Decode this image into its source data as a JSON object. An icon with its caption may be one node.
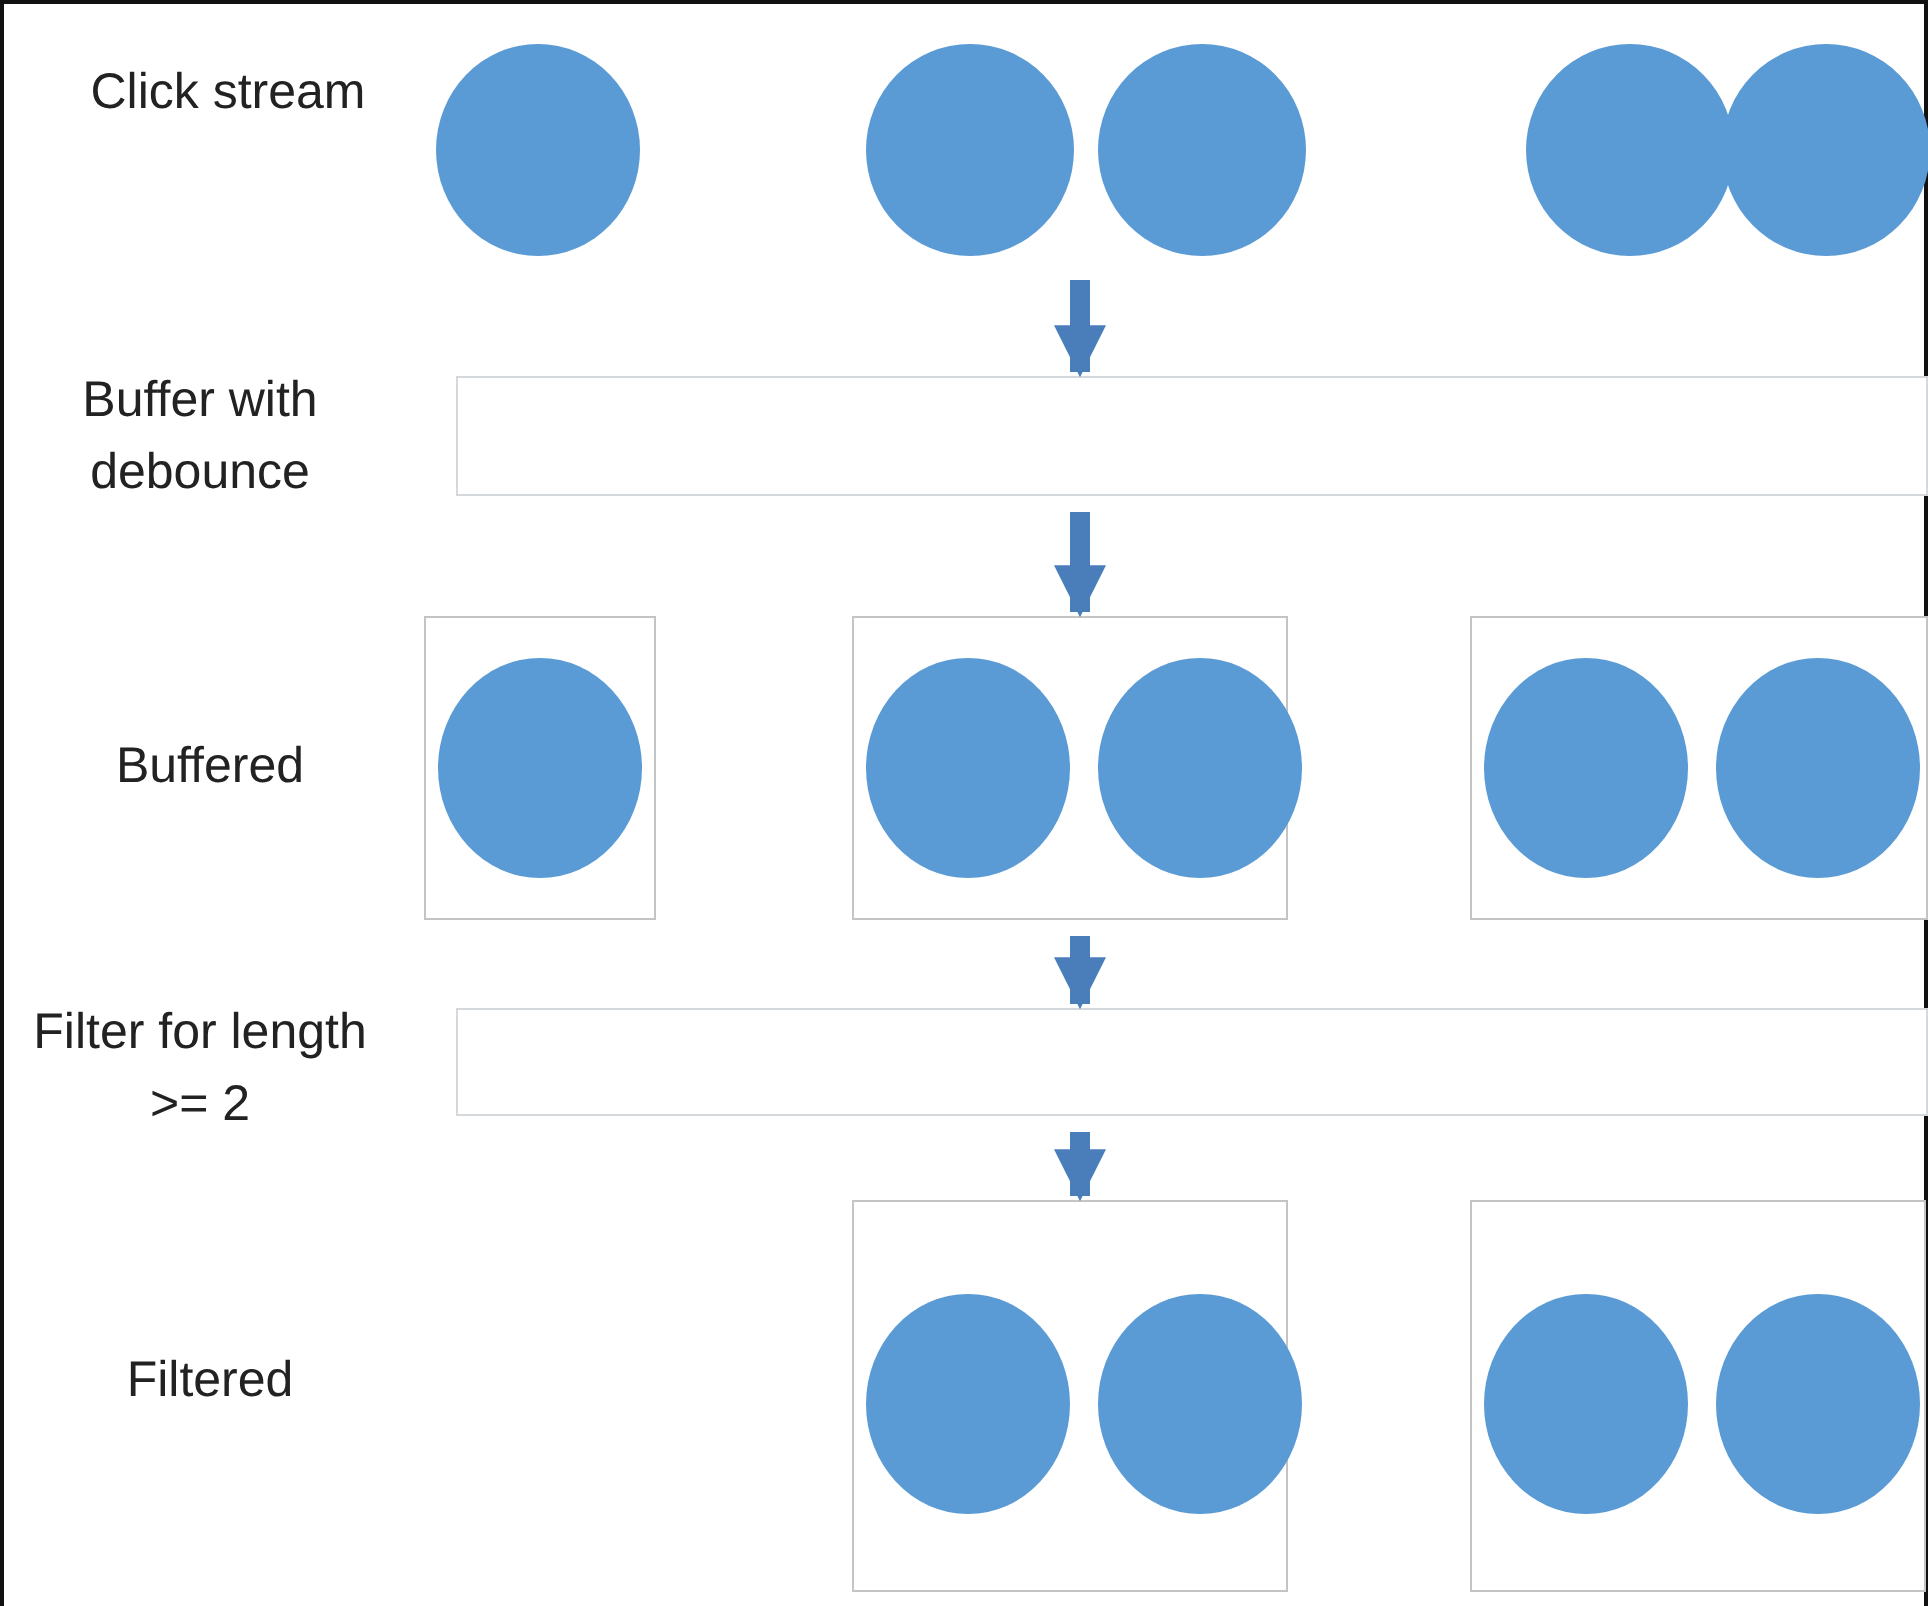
{
  "diagram": {
    "nodes": [
      {
        "text": [],
        "shape": "circle"
      },
      {
        "text": [],
        "shape": "circle"
      },
      {
        "text": [],
        "shape": "circle"
      },
      {
        "text": [],
        "shape": "circle"
      },
      {
        "text": [],
        "shape": "circle"
      },
      {
        "text": [],
        "shape": "bar"
      },
      {
        "text": [],
        "shape": "box"
      },
      {
        "text": [],
        "shape": "circle",
        "in": 6
      },
      {
        "text": [],
        "shape": "box"
      },
      {
        "text": [],
        "shape": "circle",
        "in": 8
      },
      {
        "text": [],
        "shape": "circle",
        "in": 8
      },
      {
        "text": [],
        "shape": "box"
      },
      {
        "text": [],
        "shape": "circle",
        "in": 11
      },
      {
        "text": [],
        "shape": "circle",
        "in": 11
      },
      {
        "text": [],
        "shape": "bar"
      },
      {
        "text": [],
        "shape": "box"
      },
      {
        "text": [],
        "shape": "circle",
        "in": 15
      },
      {
        "text": [],
        "shape": "circle",
        "in": 15
      },
      {
        "text": [],
        "shape": "box"
      },
      {
        "text": [],
        "shape": "circle",
        "in": 18
      },
      {
        "text": [],
        "shape": "circle",
        "in": 18
      }
    ],
    "edges": [
      {
        "from": null,
        "to": 5,
        "arrow": "to"
      },
      {
        "from": 5,
        "to": 8,
        "arrow": "to"
      },
      {
        "from": 8,
        "to": 14,
        "arrow": "to"
      },
      {
        "from": 14,
        "to": 15,
        "arrow": "to"
      }
    ],
    "labels": [
      "Click stream",
      "Buffer with debounce",
      "Buffered",
      "Filter for length >= 2",
      "Filtered"
    ]
  }
}
